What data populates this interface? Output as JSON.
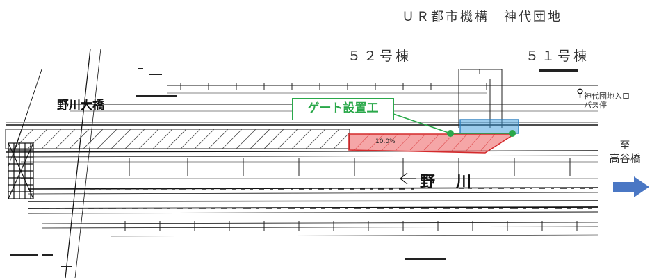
{
  "header": {
    "organization": "ＵＲ都市機構　神代団地"
  },
  "buildings": {
    "bldg_52": "５２号棟",
    "bldg_51": "５１号棟"
  },
  "map": {
    "bridge_name": "野川大橋",
    "river_name": "野　川",
    "bus_stop_line1": "神代団地入口",
    "bus_stop_line2": "バス停",
    "direction_line1": "至",
    "direction_line2": "高谷橋",
    "gate_callout": "ゲート設置工",
    "grade_label": "10.0%"
  },
  "colors": {
    "gate_zone_red": "#e8393b",
    "gate_zone_blue": "#3a9ad9",
    "callout_green": "#2aa84a",
    "arrow_blue": "#4a77c4"
  }
}
